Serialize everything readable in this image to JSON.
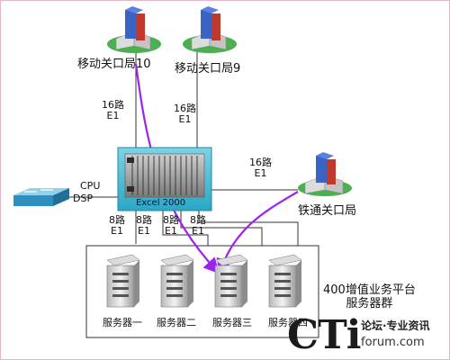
{
  "nodes": {
    "gateway10": "移动关口局10",
    "gateway9": "移动关口局9",
    "railcom_gateway": "铁通关口局",
    "switch": "Excel 2000",
    "platform": "400增值业务平台\n服务器群",
    "cpu": "CPU",
    "dsp": "DSP",
    "servers": [
      "服务器一",
      "服务器二",
      "服务器三",
      "服务器四"
    ]
  },
  "links": {
    "to_gateway10": "16路\nE1",
    "to_gateway9": "16路\nE1",
    "to_railcom": "16路\nE1",
    "to_servers": [
      "8路\nE1",
      "8路\nE1",
      "8路\nE1",
      "8路\nE1"
    ]
  },
  "logo": {
    "text": "CTi",
    "tagline": "论坛·专业资讯",
    "domain": "forum.com"
  },
  "colors": {
    "flow_arrow": "#a020f0",
    "switch_frame": "#5cc2d6",
    "line": "#333333",
    "building_blue": "#3a63c4",
    "building_red": "#c0392b",
    "building_green": "#4caf50"
  }
}
